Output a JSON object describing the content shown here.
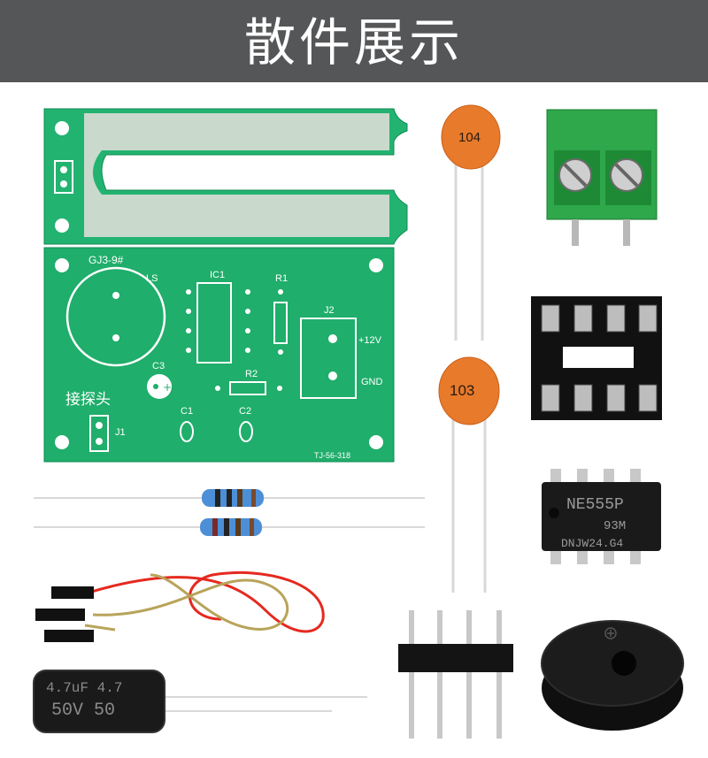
{
  "header": {
    "title": "散件展示"
  },
  "pcb": {
    "model": "GJ3-9#",
    "ls": "LS",
    "ic1": "IC1",
    "r1": "R1",
    "r2": "R2",
    "j2": "J2",
    "plus12v": "+12V",
    "gnd": "GND",
    "c3": "C3",
    "c1": "C1",
    "c2": "C2",
    "probe": "接探头",
    "j1": "J1",
    "serial": "TJ-56-318"
  },
  "ceramic_cap_1": "104",
  "ceramic_cap_2": "103",
  "ic_chip": {
    "line1": "NE555P",
    "line2": "93M",
    "line3": "DNJW24.G4"
  },
  "electrolytic": {
    "line1": "4.7uF  4.7",
    "line2": "50V  50"
  },
  "colors": {
    "pcb": "#1fae6b",
    "ceramic": "#e87a2c",
    "terminal": "#2ea84a",
    "header_bg": "#555657"
  }
}
